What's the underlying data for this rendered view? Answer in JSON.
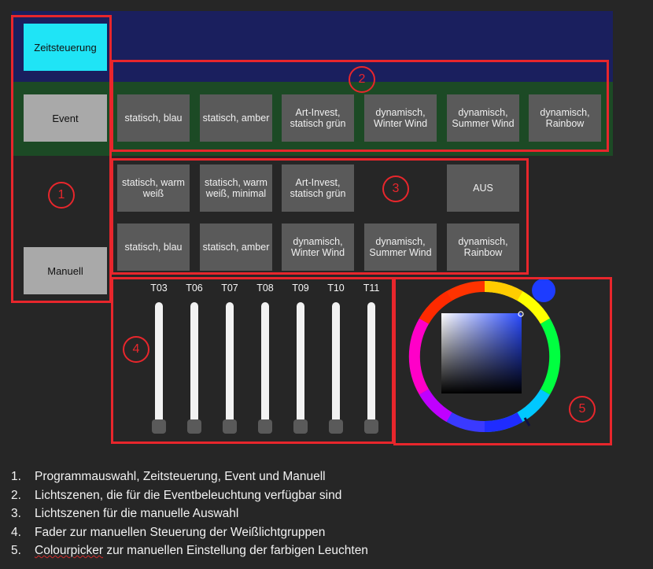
{
  "program": {
    "zeitsteuerung_label": "Zeitsteuerung",
    "event_label": "Event",
    "manuell_label": "Manuell"
  },
  "event_scenes": [
    "statisch, blau",
    "statisch, amber",
    "Art-Invest, statisch grün",
    "dynamisch, Winter Wind",
    "dynamisch, Summer Wind",
    "dynamisch, Rainbow"
  ],
  "manual_scenes_row1": [
    "statisch, warm weiß",
    "statisch, warm weiß, minimal",
    "Art-Invest, statisch grün",
    "AUS"
  ],
  "manual_scenes_row2": [
    "statisch, blau",
    "statisch, amber",
    "dynamisch, Winter Wind",
    "dynamisch, Summer Wind",
    "dynamisch, Rainbow"
  ],
  "faders": [
    {
      "label": "T03",
      "level": 0
    },
    {
      "label": "T06",
      "level": 0
    },
    {
      "label": "T07",
      "level": 0
    },
    {
      "label": "T08",
      "level": 0
    },
    {
      "label": "T09",
      "level": 0
    },
    {
      "label": "T10",
      "level": 0
    },
    {
      "label": "T11",
      "level": 0
    }
  ],
  "markers": [
    "1",
    "2",
    "3",
    "4",
    "5"
  ],
  "colorpicker": {
    "selected_color": "#1d3cff",
    "hue_color": "#2a4bff"
  },
  "legend": [
    {
      "n": "1.",
      "text": "Programmauswahl, Zeitsteuerung, Event und Manuell"
    },
    {
      "n": "2.",
      "text": "Lichtszenen, die für die Eventbeleuchtung verfügbar sind"
    },
    {
      "n": "3.",
      "text": "Lichtszenen für die manuelle Auswahl"
    },
    {
      "n": "4.",
      "text": "Fader zur manuellen Steuerung der Weißlichtgruppen"
    },
    {
      "n": "5.",
      "text_a": "Colourpicker",
      "text_b": " zur manuellen Einstellung der farbigen Leuchten"
    }
  ]
}
